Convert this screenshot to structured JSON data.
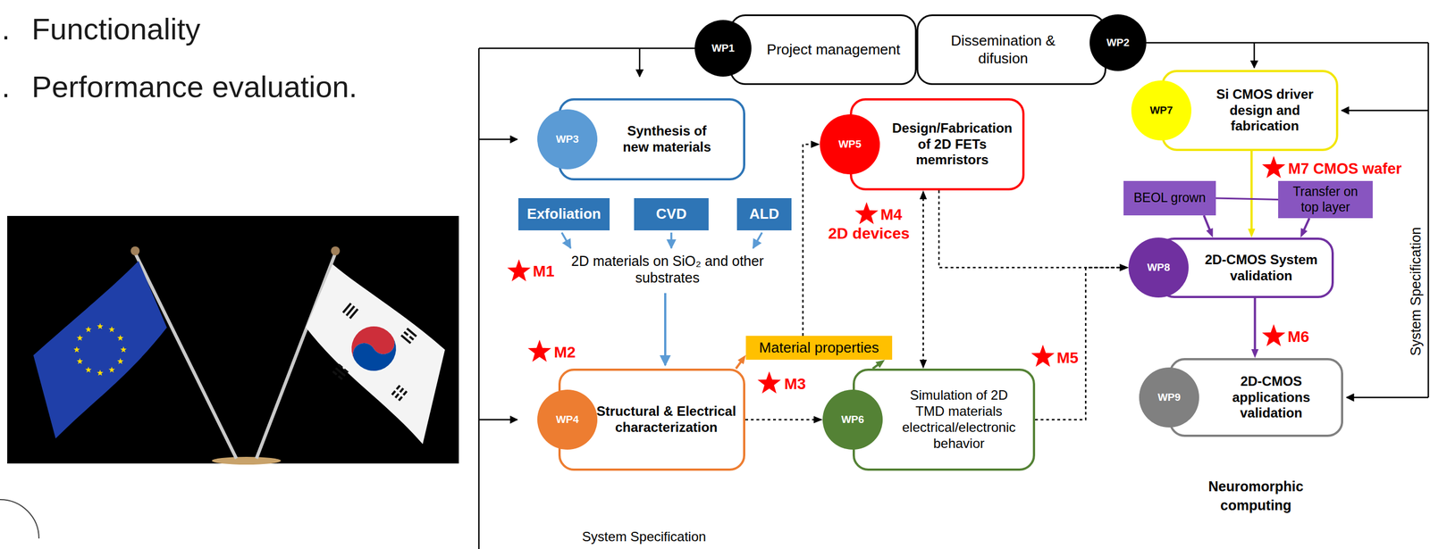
{
  "diagram": {
    "nodes": [
      {
        "text": [
          "WP1"
        ]
      },
      {
        "text": [
          "Project management"
        ]
      },
      {
        "text": [
          "Dissemination & difusion"
        ]
      },
      {
        "text": [
          "WP2"
        ]
      },
      {
        "text": [
          "WP3"
        ]
      },
      {
        "text": [
          "Synthesis of new materials"
        ]
      },
      {
        "text": [
          "WP5"
        ]
      },
      {
        "text": [
          "Design/Fabrication of 2D FETs memristors"
        ]
      },
      {
        "text": [
          "WP7"
        ]
      },
      {
        "text": [
          "Si CMOS driver design and fabrication"
        ]
      },
      {
        "text": [
          "Exfoliation"
        ]
      },
      {
        "text": [
          "CVD"
        ]
      },
      {
        "text": [
          "ALD"
        ]
      },
      {
        "text": [
          "BEOL grown"
        ]
      },
      {
        "text": [
          "Transfer on top layer"
        ]
      },
      {
        "text": [
          "WP8"
        ]
      },
      {
        "text": [
          "2D-CMOS System validation"
        ]
      },
      {
        "text": [
          "Material properties"
        ]
      },
      {
        "text": [
          "WP4"
        ]
      },
      {
        "text": [
          "Structural & Electrical characterization"
        ]
      },
      {
        "text": [
          "WP6"
        ]
      },
      {
        "text": [
          "Simulation of 2D TMD materials electrical/electronic behavior"
        ]
      },
      {
        "text": [
          "WP9"
        ]
      },
      {
        "text": [
          "2D-CMOS applications validation"
        ]
      }
    ],
    "edges": [
      {
        "from": 19,
        "to": 17,
        "arrow": "to"
      },
      {
        "from": 21,
        "to": 17,
        "arrow": "to"
      },
      {
        "from": 17,
        "to": 6,
        "arrow": "to"
      },
      {
        "from": 7,
        "to": 21,
        "arrow": "both"
      },
      {
        "from": 7,
        "to": 15,
        "arrow": "to"
      },
      {
        "from": 21,
        "to": 15,
        "arrow": "to"
      },
      {
        "from": 19,
        "to": 20,
        "arrow": "to"
      },
      {
        "from": 9,
        "to": 16,
        "arrow": "to"
      },
      {
        "from": 13,
        "to": 14,
        "arrow": "none"
      },
      {
        "from": 13,
        "to": 16,
        "arrow": "to"
      },
      {
        "from": 14,
        "to": 16,
        "arrow": "to"
      },
      {
        "from": 16,
        "to": 23,
        "arrow": "to"
      }
    ],
    "labels": [
      ".",
      "Functionality",
      ".",
      "Performance evaluation.",
      "M1",
      "2D materials on SiO₂ and other substrates",
      "M2",
      "M3",
      "M4",
      "2D devices",
      "M5",
      "M7 CMOS wafer",
      "M6",
      "Neuromorphic computing",
      "System Specification",
      "System Specification"
    ]
  }
}
